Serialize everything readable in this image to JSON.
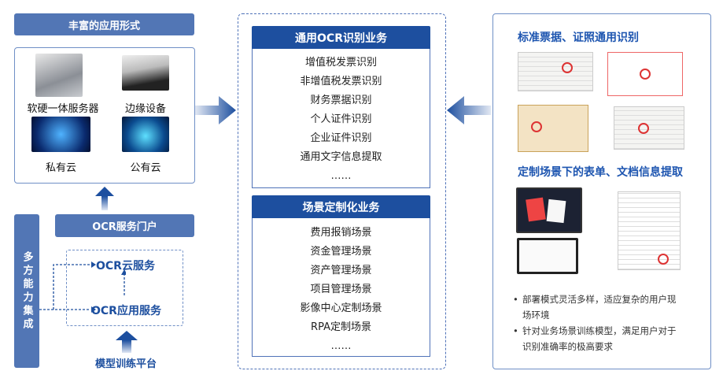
{
  "left": {
    "header": "丰富的应用形式",
    "forms": [
      {
        "label": "软硬一体服务器"
      },
      {
        "label": "边缘设备"
      },
      {
        "label": "私有云"
      },
      {
        "label": "公有云"
      }
    ],
    "portal": "OCR服务门户",
    "integration": "多方能力集成",
    "cloud_service": "OCR云服务",
    "app_service": "OCR应用服务",
    "training": "模型训练平台"
  },
  "middle": {
    "general": {
      "title": "通用OCR识别业务",
      "items": [
        "增值税发票识别",
        "非增值税发票识别",
        "财务票据识别",
        "个人证件识别",
        "企业证件识别",
        "通用文字信息提取",
        "……"
      ]
    },
    "custom": {
      "title": "场景定制化业务",
      "items": [
        "费用报销场景",
        "资金管理场景",
        "资产管理场景",
        "项目管理场景",
        "影像中心定制场景",
        "RPA定制场景",
        "……"
      ]
    }
  },
  "right": {
    "title1": "标准票据、证照通用识别",
    "title2": "定制场景下的表单、文档信息提取",
    "bullets": [
      "部署模式灵活多样，适应复杂的用户现场环境",
      "针对业务场景训练模型，满足用户对于识别准确率的极高要求"
    ]
  },
  "colors": {
    "header": "#5276b5",
    "dark": "#1d4f9f",
    "accent": "#1d55b0"
  }
}
